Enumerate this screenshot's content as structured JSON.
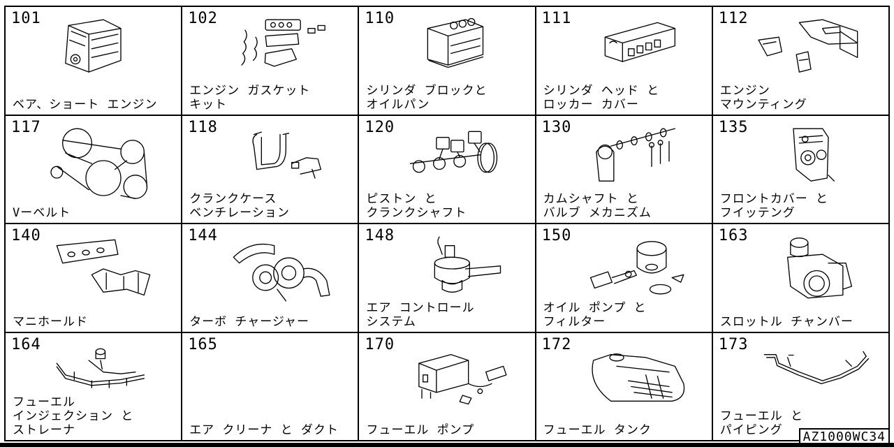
{
  "parts": [
    {
      "code": "101",
      "label": "ベア、ショート エンジン",
      "icon": "short-engine"
    },
    {
      "code": "102",
      "label": "エンジン ガスケット\nキット",
      "icon": "gasket-kit"
    },
    {
      "code": "110",
      "label": "シリンダ ブロックと\nオイルパン",
      "icon": "cylinder-block"
    },
    {
      "code": "111",
      "label": "シリンダ ヘッド と\nロッカー カバー",
      "icon": "cylinder-head"
    },
    {
      "code": "112",
      "label": "エンジン\nマウンティング",
      "icon": "engine-mount"
    },
    {
      "code": "117",
      "label": "Vーベルト",
      "icon": "v-belt"
    },
    {
      "code": "118",
      "label": "クランクケース\nベンチレーション",
      "icon": "crankcase-vent-hose"
    },
    {
      "code": "120",
      "label": "ピストン と\nクランクシャフト",
      "icon": "piston-crankshaft"
    },
    {
      "code": "130",
      "label": "カムシャフト と\nバルブ メカニズム",
      "icon": "camshaft-valve"
    },
    {
      "code": "135",
      "label": "フロントカバー と\nフイッテング",
      "icon": "front-cover"
    },
    {
      "code": "140",
      "label": "マニホールド",
      "icon": "manifold"
    },
    {
      "code": "144",
      "label": "ターボ チャージャー",
      "icon": "turbocharger"
    },
    {
      "code": "148",
      "label": "エア コントロール\nシステム",
      "icon": "air-control-valve"
    },
    {
      "code": "150",
      "label": "オイル ポンプ と\nフィルター",
      "icon": "oil-pump-filter"
    },
    {
      "code": "163",
      "label": "スロットル チャンバー",
      "icon": "throttle-chamber"
    },
    {
      "code": "164",
      "label": "フューエル\nインジェクション と\nストレーナ",
      "icon": "fuel-injection"
    },
    {
      "code": "165",
      "label": "エア クリーナ と ダクト",
      "icon": "air-cleaner"
    },
    {
      "code": "170",
      "label": "フューエル ポンプ",
      "icon": "fuel-pump"
    },
    {
      "code": "172",
      "label": "フューエル タンク",
      "icon": "fuel-tank"
    },
    {
      "code": "173",
      "label": "フューエル と\nパイピング",
      "icon": "fuel-piping"
    }
  ],
  "reference_code": "AZ1000WC34"
}
